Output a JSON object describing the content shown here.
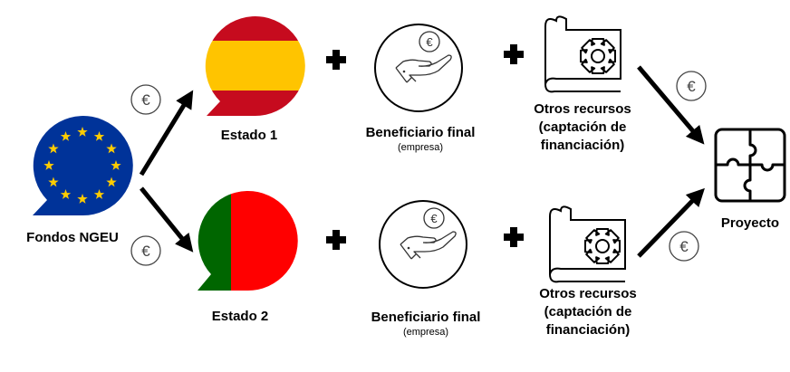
{
  "source": {
    "label": "Fondos NGEU",
    "flag": "eu",
    "colors": {
      "blue": "#003399",
      "star": "#FFCC00"
    }
  },
  "states": [
    {
      "label": "Estado 1",
      "flag": "spain",
      "colors": {
        "red": "#C60B1E",
        "yellow": "#FFC400"
      }
    },
    {
      "label": "Estado 2",
      "flag": "portugal",
      "colors": {
        "green": "#006600",
        "red": "#FF0000"
      }
    }
  ],
  "rows": [
    {
      "beneficiary": {
        "title": "Beneficiario final",
        "subtitle": "(empresa)"
      },
      "resources": {
        "lines": [
          "Otros recursos",
          "(captación de",
          "financiación)"
        ]
      }
    },
    {
      "beneficiary": {
        "title": "Beneficiario final",
        "subtitle": "(empresa)"
      },
      "resources": {
        "lines": [
          "Otros recursos",
          "(captación de",
          "financiación)"
        ]
      }
    }
  ],
  "euro_symbol": "€",
  "target": {
    "label": "Proyecto",
    "icon": "puzzle-icon"
  }
}
